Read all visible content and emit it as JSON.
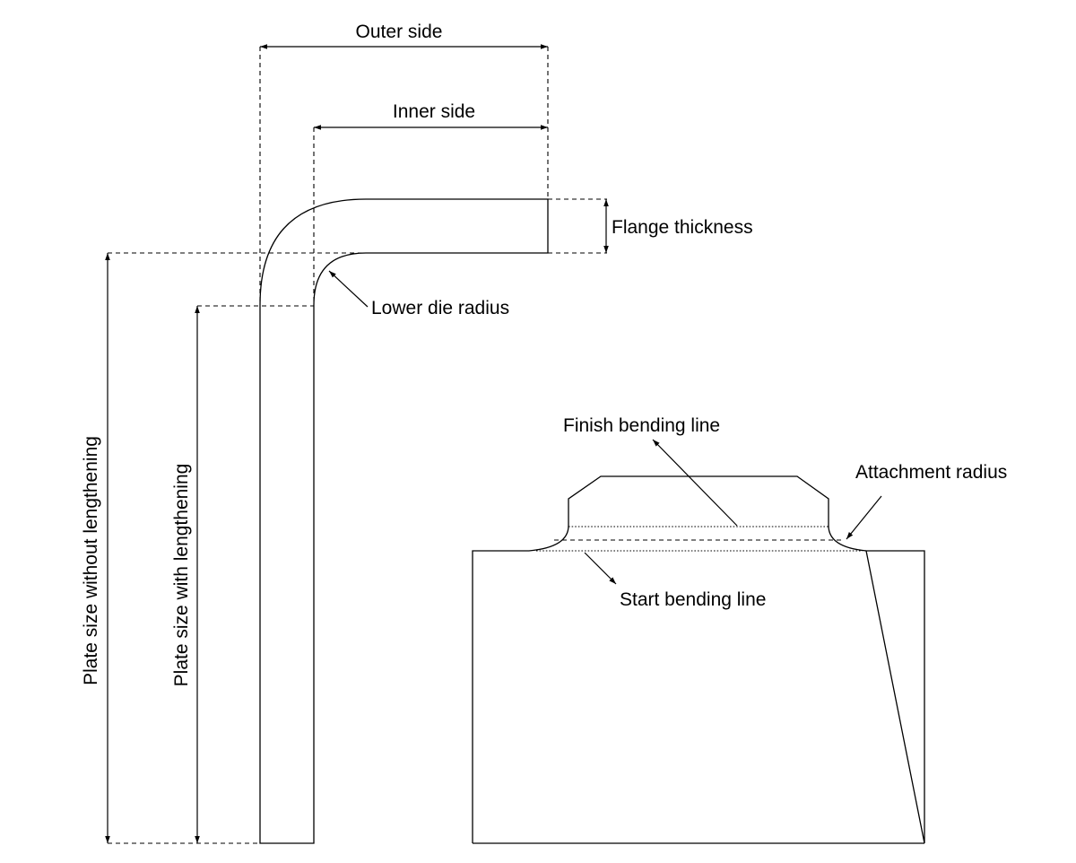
{
  "diagram": {
    "labels": {
      "outer_side": "Outer side",
      "inner_side": "Inner side",
      "flange_thickness": "Flange thickness",
      "lower_die_radius": "Lower die radius",
      "plate_without_lengthening": "Plate size without lengthening",
      "plate_with_lengthening": "Plate size with lengthening",
      "finish_bending_line": "Finish bending line",
      "attachment_radius": "Attachment radius",
      "start_bending_line": "Start bending line"
    }
  }
}
